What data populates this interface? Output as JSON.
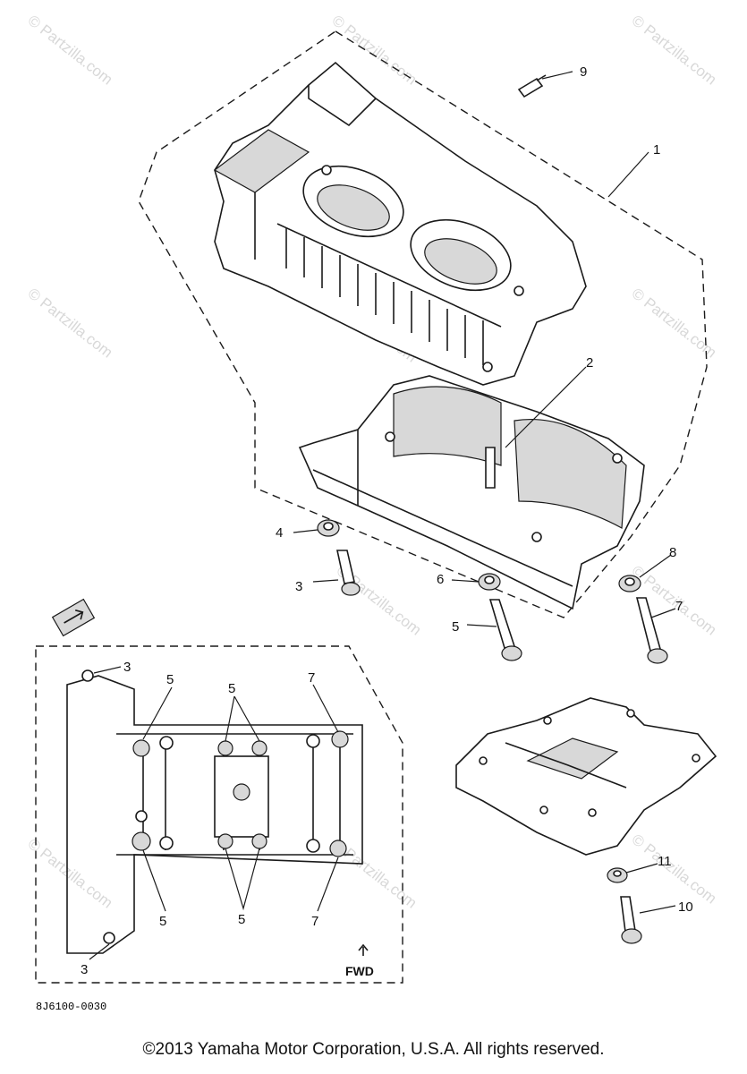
{
  "watermark": "© Partzilla.com",
  "diagram_code": "8J6100-0030",
  "direction_label": "FWD",
  "copyright": "©2013 Yamaha Motor Corporation, U.S.A. All rights reserved.",
  "callouts": {
    "c1": "1",
    "c2": "2",
    "c3a": "3",
    "c4": "4",
    "c5a": "5",
    "c6": "6",
    "c7a": "7",
    "c8": "8",
    "c9": "9",
    "c10": "10",
    "c11": "11",
    "i3top": "3",
    "i5a": "5",
    "i5b": "5",
    "i7top": "7",
    "i5c": "5",
    "i5d": "5",
    "i7bot": "7",
    "i3bot": "3"
  }
}
